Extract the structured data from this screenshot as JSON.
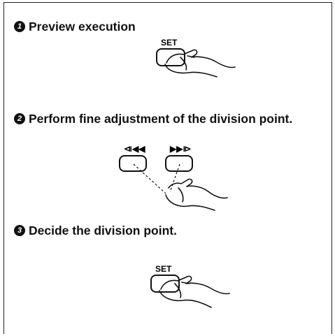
{
  "steps": [
    {
      "number": "1",
      "text": "Preview execution"
    },
    {
      "number": "2",
      "text": "Perform fine adjustment of the division point."
    },
    {
      "number": "3",
      "text": "Decide the division point."
    }
  ],
  "illustrations": {
    "set_key_label": "SET",
    "skip_back_key_glyph": "⧏◀◀",
    "skip_forward_key_glyph": "▶▶⧐"
  }
}
